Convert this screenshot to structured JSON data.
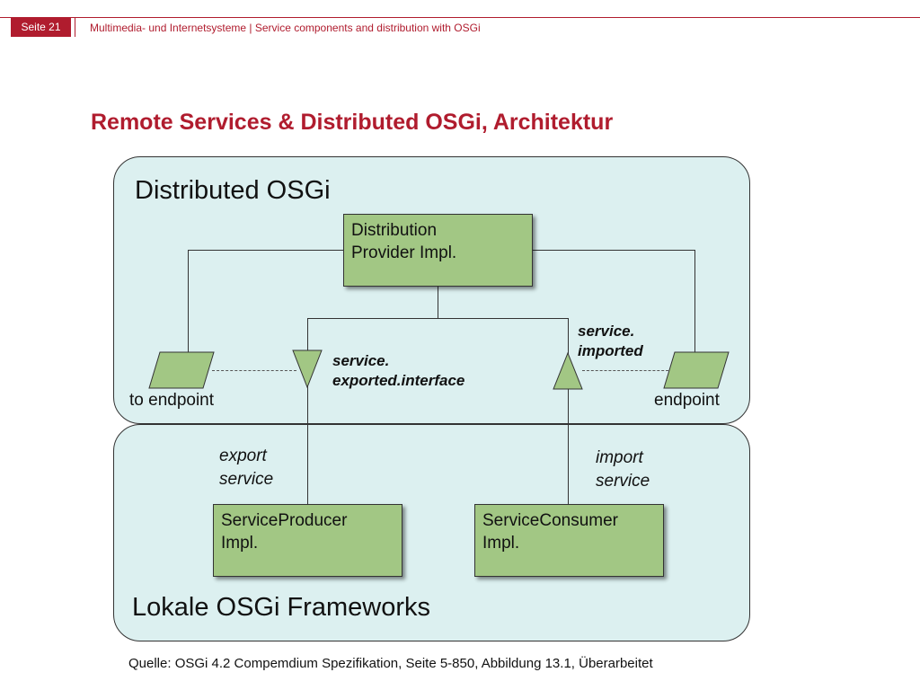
{
  "header": {
    "page": "Seite 21",
    "text": "Multimedia- und Internetsysteme | Service components and distribution with OSGi"
  },
  "title": "Remote Services & Distributed OSGi, Architektur",
  "diagram": {
    "distributed_region": "Distributed OSGi",
    "local_region": "Lokale OSGi Frameworks",
    "provider": {
      "line1": "Distribution",
      "line2": "Provider Impl."
    },
    "producer": {
      "line1": "ServiceProducer",
      "line2": "Impl."
    },
    "consumer": {
      "line1": "ServiceConsumer",
      "line2": "Impl."
    },
    "exported_prop": {
      "line1": "service.",
      "line2": "exported.interface"
    },
    "imported_prop": {
      "line1": "service.",
      "line2": "imported"
    },
    "to_endpoint": "to endpoint",
    "endpoint": "endpoint",
    "export_service": {
      "line1": "export",
      "line2": "service"
    },
    "import_service": {
      "line1": "import",
      "line2": "service"
    },
    "colors": {
      "region_fill": "#dcf0f0",
      "box_fill": "#a2c784",
      "accent": "#b01c2e"
    }
  },
  "source": "Quelle: OSGi 4.2 Compemdium Spezifikation, Seite 5-850, Abbildung 13.1, Überarbeitet"
}
